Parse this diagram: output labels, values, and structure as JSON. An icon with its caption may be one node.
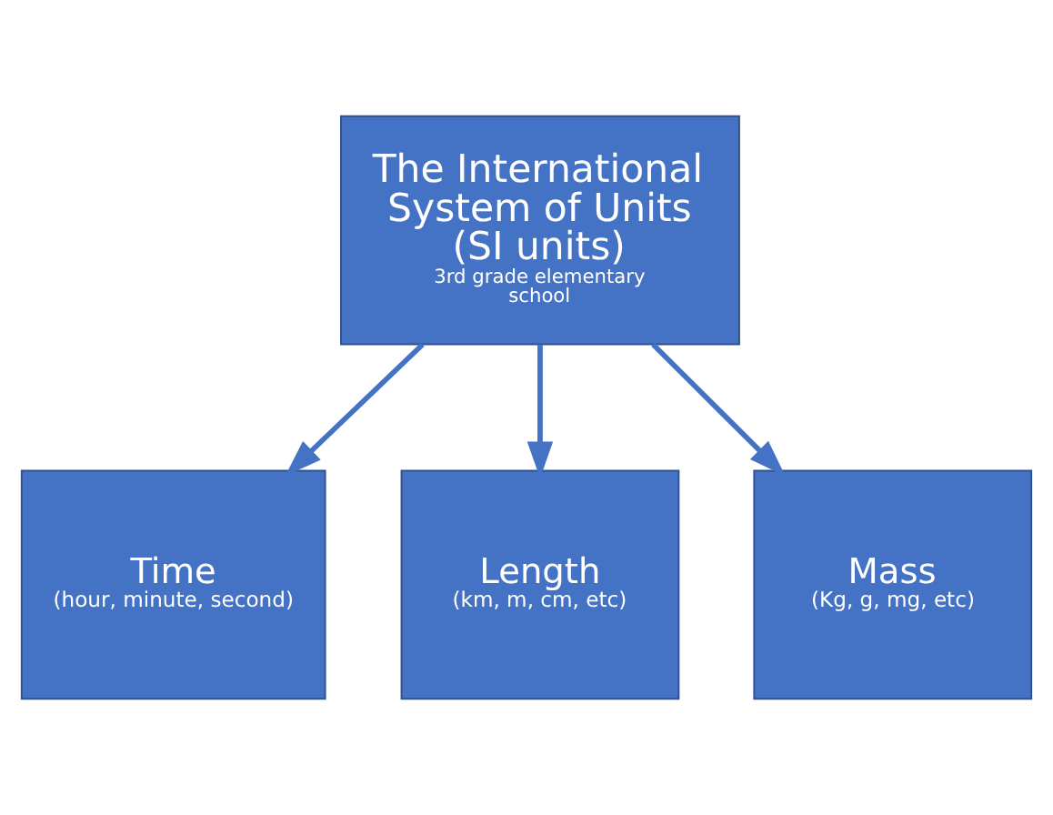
{
  "diagram": {
    "nodes": [
      {
        "text": [
          "The International System of Units (SI units)",
          "3rd grade elementary school"
        ]
      },
      {
        "text": [
          "Time",
          "(hour, minute, second)"
        ]
      },
      {
        "text": [
          "Length",
          "(km, m, cm, etc)"
        ]
      },
      {
        "text": [
          "Mass",
          "(Kg, g, mg, etc)"
        ]
      }
    ],
    "edges": [
      {
        "from": 0,
        "to": 1,
        "arrow": "to"
      },
      {
        "from": 0,
        "to": 2,
        "arrow": "to"
      },
      {
        "from": 0,
        "to": 3,
        "arrow": "to"
      }
    ]
  }
}
